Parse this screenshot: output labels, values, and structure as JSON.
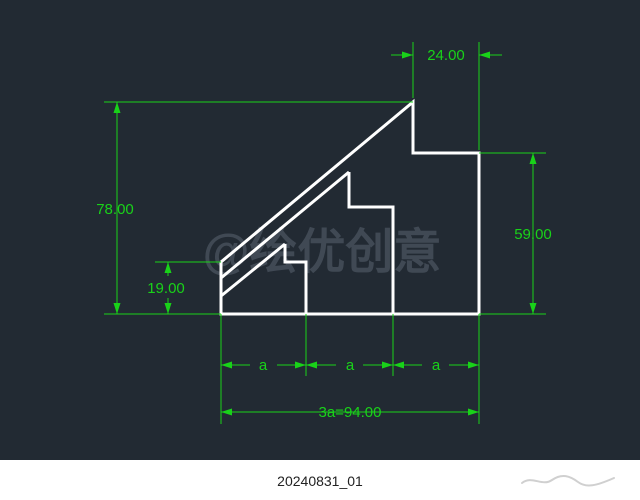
{
  "colors": {
    "background": "#222a33",
    "geometry": "#ffffff",
    "dimension": "#19d219",
    "watermark": "#5a6470"
  },
  "dimensions": {
    "top_width": "24.00",
    "left_height": "78.00",
    "right_height": "59.00",
    "low_height": "19.00",
    "segment_label": "a",
    "total_width": "3a=94.00"
  },
  "watermark_text": "@绘优创意",
  "caption": "20240831_01"
}
